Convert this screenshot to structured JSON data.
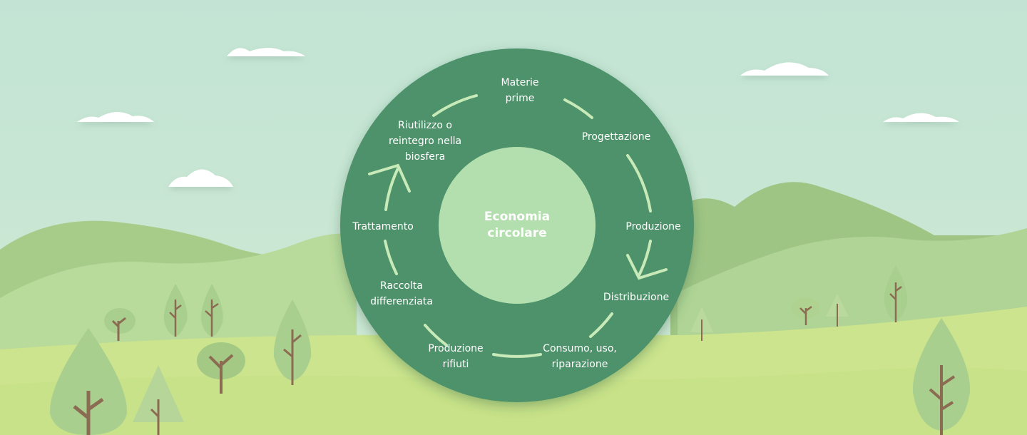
{
  "diagram": {
    "center_label": "Economia\ncircolare",
    "stages": [
      {
        "id": "materie-prime",
        "label": "Materie\nprime"
      },
      {
        "id": "progettazione",
        "label": "Progettazione"
      },
      {
        "id": "produzione",
        "label": "Produzione"
      },
      {
        "id": "distribuzione",
        "label": "Distribuzione"
      },
      {
        "id": "consumo",
        "label": "Consumo, uso,\nriparazione"
      },
      {
        "id": "produzione-rifiuti",
        "label": "Produzione\nrifiuti"
      },
      {
        "id": "raccolta",
        "label": "Raccolta\ndifferenziata"
      },
      {
        "id": "trattamento",
        "label": "Trattamento"
      },
      {
        "id": "riutilizzo",
        "label": "Riutilizzo o\nreintegro nella\nbiosfera"
      }
    ]
  },
  "colors": {
    "sky": "#c6e5d2",
    "ring": "#4e926a",
    "inner_circle": "#b2dfad",
    "arc": "#c7eab8",
    "hill_far": "#a3c985",
    "hill_mid": "#b4d796",
    "meadow": "#cbe48d",
    "tree": "#a9cf8f",
    "trunk": "#8b6b52",
    "cloud": "#ffffff"
  }
}
